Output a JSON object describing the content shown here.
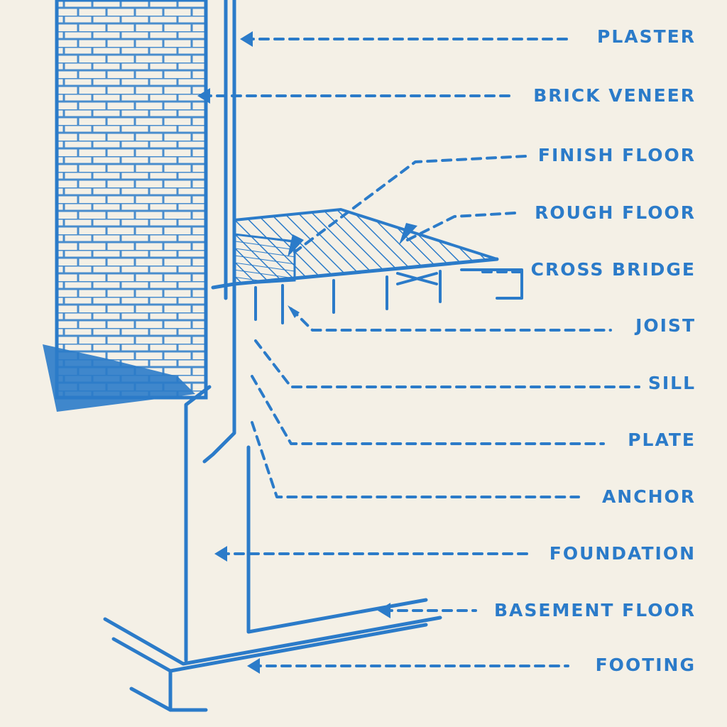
{
  "diagram": {
    "ink_color": "#2b7bc9",
    "paper_color": "#f4f0e6",
    "labels": [
      {
        "id": "plaster",
        "text": "PLASTER"
      },
      {
        "id": "brick-veneer",
        "text": "BRICK VENEER"
      },
      {
        "id": "finish-floor",
        "text": "FINISH FLOOR"
      },
      {
        "id": "rough-floor",
        "text": "ROUGH FLOOR"
      },
      {
        "id": "cross-bridge",
        "text": "CROSS BRIDGE"
      },
      {
        "id": "joist",
        "text": "JOIST"
      },
      {
        "id": "sill",
        "text": "SILL"
      },
      {
        "id": "plate",
        "text": "PLATE"
      },
      {
        "id": "anchor",
        "text": "ANCHOR"
      },
      {
        "id": "foundation",
        "text": "FOUNDATION"
      },
      {
        "id": "basement-floor",
        "text": "BASEMENT FLOOR"
      },
      {
        "id": "footing",
        "text": "FOOTING"
      }
    ]
  }
}
